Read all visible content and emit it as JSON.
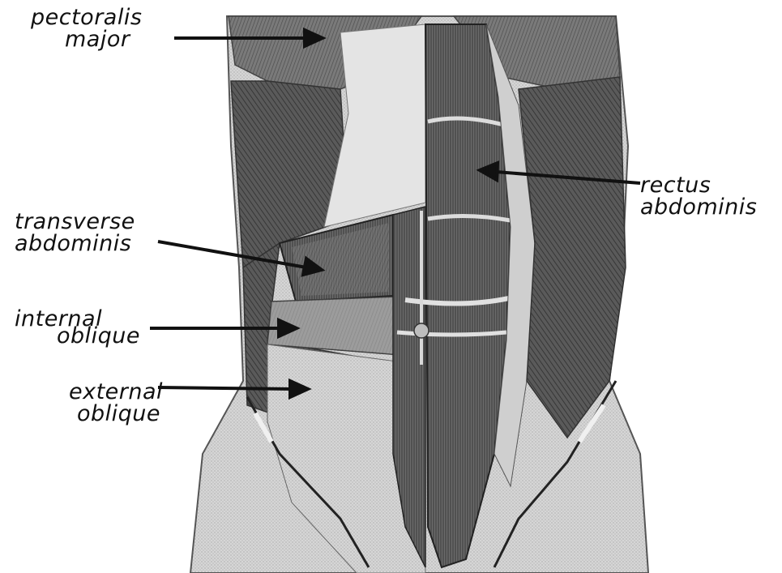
{
  "labels": {
    "pectoralis": {
      "line1": "pectoralis",
      "line2": "major"
    },
    "rectus": {
      "line1": "rectus",
      "line2": "abdominis"
    },
    "transverse": {
      "line1": "transverse",
      "line2": "abdominis"
    },
    "internal": {
      "line1": "internal",
      "line2": "oblique"
    },
    "external": {
      "line1": "external",
      "line2": "oblique"
    }
  },
  "colors": {
    "ink": "#111111",
    "skin_light": "#d9d9d9",
    "muscle_mid": "#8a8a8a",
    "muscle_dark": "#4a4a4a",
    "fascia": "#c8c8c8"
  }
}
